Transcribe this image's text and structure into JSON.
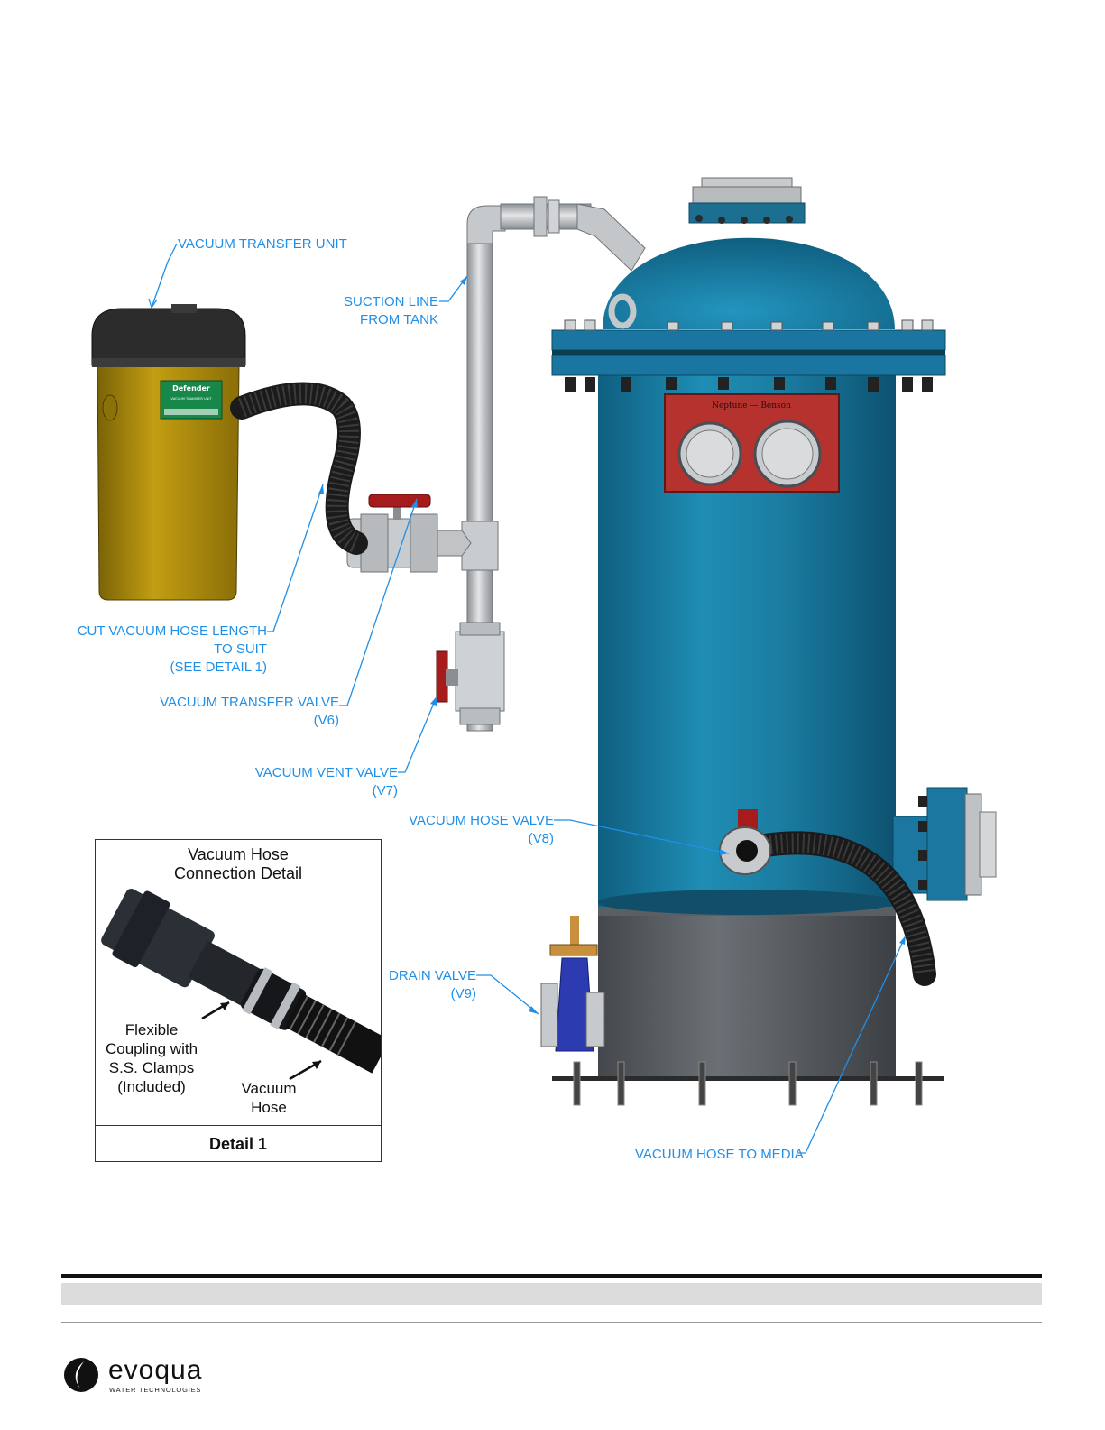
{
  "callouts": {
    "vacuum_transfer_unit": "VACUUM TRANSFER UNIT",
    "suction_line_1": "SUCTION LINE",
    "suction_line_2": "FROM TANK",
    "cut_hose_1": "CUT VACUUM HOSE LENGTH",
    "cut_hose_2": "TO SUIT",
    "cut_hose_3": "(SEE DETAIL 1)",
    "transfer_valve_1": "VACUUM TRANSFER VALVE",
    "transfer_valve_2": "(V6)",
    "vent_valve_1": "VACUUM VENT VALVE",
    "vent_valve_2": "(V7)",
    "hose_valve_1": "VACUUM HOSE VALVE",
    "hose_valve_2": "(V8)",
    "drain_valve_1": "DRAIN VALVE",
    "drain_valve_2": "(V9)",
    "hose_to_media": "VACUUM HOSE TO MEDIA"
  },
  "detail": {
    "title_1": "Vacuum Hose",
    "title_2": "Connection Detail",
    "coupling_1": "Flexible",
    "coupling_2": "Coupling with",
    "coupling_3": "S.S. Clamps",
    "coupling_4": "(Included)",
    "hose_1": "Vacuum",
    "hose_2": "Hose",
    "footer": "Detail 1"
  },
  "unit_label": {
    "brand": "Defender",
    "subtitle": "VACUUM TRANSFER UNIT"
  },
  "tank_plate": {
    "brand": "Neptune — Benson"
  },
  "logo": {
    "word": "evoqua",
    "sub": "WATER TECHNOLOGIES"
  },
  "colors": {
    "callout": "#1f8fe8",
    "tank_blue": "#1b7ea3",
    "skirt_gray": "#5c6166",
    "unit_yellow": "#b8960c",
    "plate_red": "#b5322f",
    "valve_red": "#a61c1c"
  }
}
